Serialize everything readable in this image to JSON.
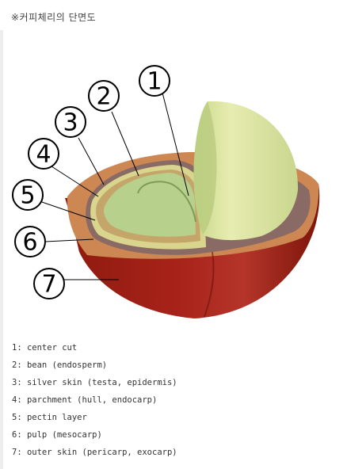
{
  "caption": "※커피체리의 단면도",
  "colors": {
    "outer_skin": "#9b1d10",
    "pulp": "#cd8752",
    "pectin": "#8a6a64",
    "parchment": "#d9d58e",
    "silver_skin": "#c4a66a",
    "bean": "#b7d08c",
    "bean_right": "#dfe6a4"
  },
  "callouts": [
    {
      "number": "1",
      "label": "center cut"
    },
    {
      "number": "2",
      "label": "bean (endosperm)"
    },
    {
      "number": "3",
      "label": "silver skin (testa, epidermis)"
    },
    {
      "number": "4",
      "label": "parchment (hull, endocarp)"
    },
    {
      "number": "5",
      "label": "pectin layer"
    },
    {
      "number": "6",
      "label": "pulp (mesocarp)"
    },
    {
      "number": "7",
      "label": "outer skin (pericarp, exocarp)"
    }
  ],
  "legend": [
    "1: center cut",
    "2: bean (endosperm)",
    "3: silver skin (testa, epidermis)",
    "4: parchment (hull, endocarp)",
    "5: pectin layer",
    "6: pulp (mesocarp)",
    "7: outer skin (pericarp, exocarp)"
  ]
}
